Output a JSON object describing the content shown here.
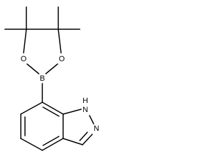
{
  "molecule": {
    "atoms": {
      "o_left": "O",
      "o_right": "O",
      "boron": "B",
      "nh": "N",
      "nh_h": "H",
      "n": "N"
    }
  }
}
